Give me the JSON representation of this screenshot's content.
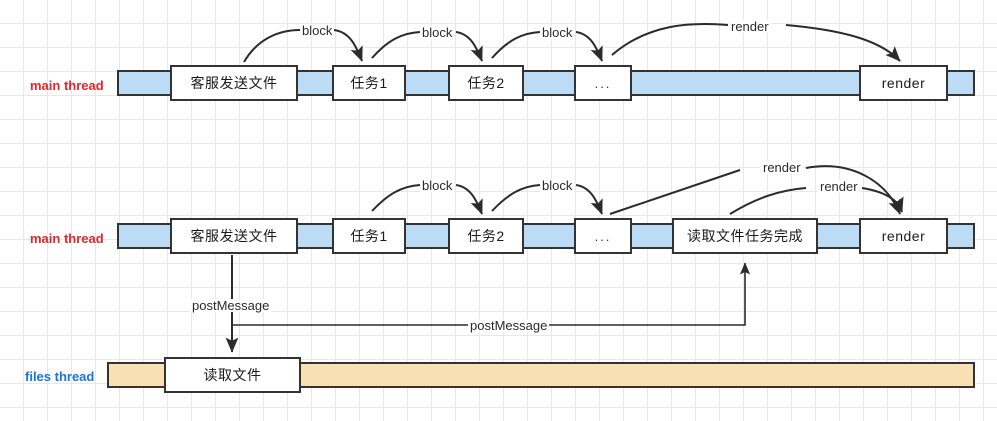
{
  "diagram": {
    "title": "main thread / files thread postMessage timeline",
    "colors": {
      "main_thread_label": "#e8242a",
      "files_thread_label": "#1a73e8",
      "main_bar_fill": "#bcdcf5",
      "files_bar_fill": "#fadfb4",
      "stroke": "#333333",
      "grid": "#e8e8e8",
      "background": "#ffffff"
    }
  },
  "rows": [
    {
      "id": "row-main-1",
      "label": "main thread",
      "label_color": "#e8242a",
      "boxes": [
        {
          "id": "r1-b1",
          "text": "客服发送文件"
        },
        {
          "id": "r1-b2",
          "text": "任务1"
        },
        {
          "id": "r1-b3",
          "text": "任务2"
        },
        {
          "id": "r1-b4",
          "text": "..."
        },
        {
          "id": "r1-b5",
          "text": "render"
        }
      ]
    },
    {
      "id": "row-main-2",
      "label": "main thread",
      "label_color": "#e8242a",
      "boxes": [
        {
          "id": "r2-b1",
          "text": "客服发送文件"
        },
        {
          "id": "r2-b2",
          "text": "任务1"
        },
        {
          "id": "r2-b3",
          "text": "任务2"
        },
        {
          "id": "r2-b4",
          "text": "..."
        },
        {
          "id": "r2-b5",
          "text": "读取文件任务完成"
        },
        {
          "id": "r2-b6",
          "text": "render"
        }
      ]
    },
    {
      "id": "row-files",
      "label": "files thread",
      "label_color": "#1a73e8",
      "boxes": [
        {
          "id": "r3-b1",
          "text": "读取文件"
        }
      ]
    }
  ],
  "edge_labels": {
    "row1": [
      {
        "id": "r1-block-1",
        "text": "block"
      },
      {
        "id": "r1-block-2",
        "text": "block"
      },
      {
        "id": "r1-block-3",
        "text": "block"
      },
      {
        "id": "r1-render",
        "text": "render"
      }
    ],
    "row2": [
      {
        "id": "r2-block-1",
        "text": "block"
      },
      {
        "id": "r2-block-2",
        "text": "block"
      },
      {
        "id": "r2-render-1",
        "text": "render"
      },
      {
        "id": "r2-render-2",
        "text": "render"
      }
    ],
    "messages": [
      {
        "id": "post-1",
        "text": "postMessage"
      },
      {
        "id": "post-2",
        "text": "postMessage"
      }
    ]
  }
}
